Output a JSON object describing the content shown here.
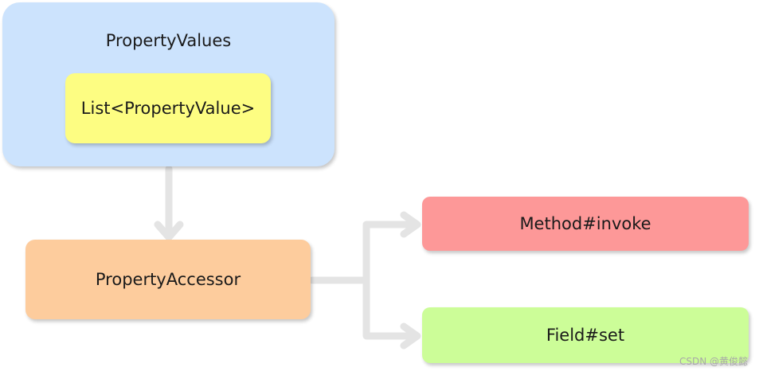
{
  "nodes": {
    "property_values": {
      "label": "PropertyValues",
      "color": "#cce3fd"
    },
    "list": {
      "label": "List<PropertyValue>",
      "color": "#fdfd82"
    },
    "accessor": {
      "label": "PropertyAccessor",
      "color": "#fdcc9d"
    },
    "method_invoke": {
      "label": "Method#invoke",
      "color": "#fd9898"
    },
    "field_set": {
      "label": "Field#set",
      "color": "#ccfd98"
    }
  },
  "edges": [
    {
      "from": "PropertyValues",
      "to": "PropertyAccessor"
    },
    {
      "from": "PropertyAccessor",
      "to": "Method#invoke"
    },
    {
      "from": "PropertyAccessor",
      "to": "Field#set"
    }
  ],
  "edge_color": "#e4e4e4",
  "watermark": "CSDN @黄俊懿"
}
